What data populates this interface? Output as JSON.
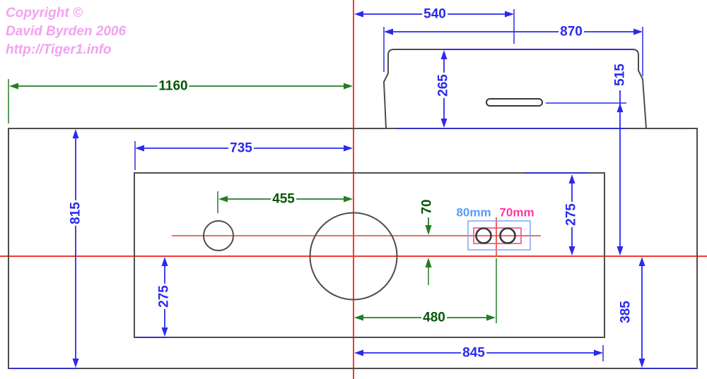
{
  "copyright": {
    "line1": "Copyright ©",
    "line2": "David Byrden 2006",
    "line3": "http://Tiger1.info"
  },
  "dims": {
    "d1160": "1160",
    "d540": "540",
    "d870": "870",
    "d265": "265",
    "d515": "515",
    "d735": "735",
    "d815": "815",
    "d455": "455",
    "d70": "70",
    "d275_left": "275",
    "d275_right": "275",
    "d480": "480",
    "d845": "845",
    "d385": "385"
  },
  "labels": {
    "hole_80": "80mm",
    "hole_70": "70mm"
  },
  "colors": {
    "dim_blue": "#2a2aee",
    "dim_green": "#257c25",
    "green_text": "#055805",
    "centerline_red": "#ee3b33",
    "outline_gray": "#4d4d4d",
    "outline_dark": "#383838",
    "label_blue": "#569bfa",
    "label_pink": "#fb3ba2",
    "box_blue": "#87abf2",
    "box_pink": "#ef4a9d",
    "copyright_pink": "#f2a2f2"
  }
}
